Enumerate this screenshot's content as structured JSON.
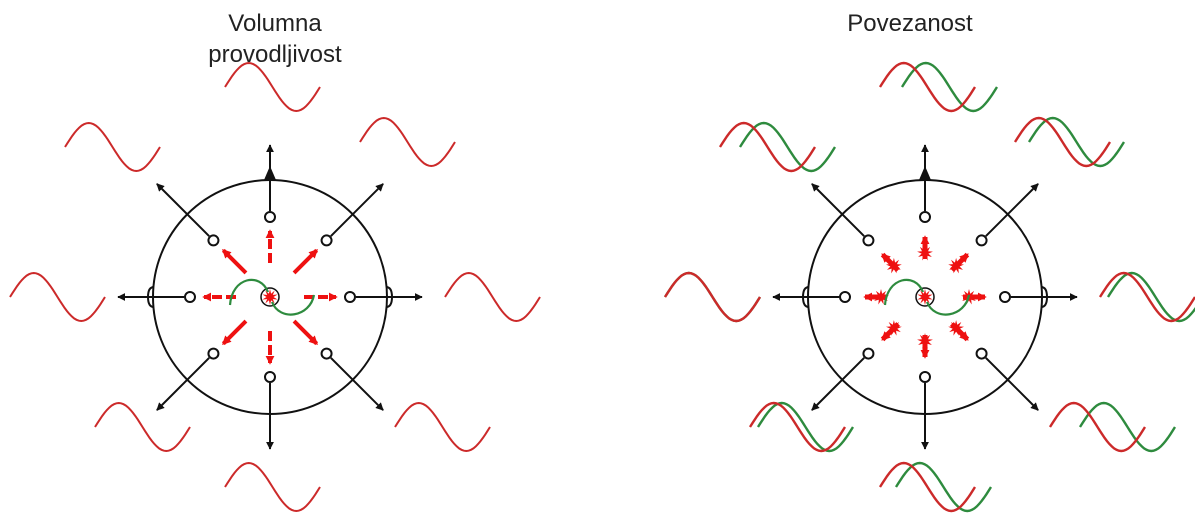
{
  "panels": {
    "left": {
      "title_line1": "Volumna",
      "title_line2": "provodljivost"
    },
    "right": {
      "title": "Povezanost"
    }
  },
  "colors": {
    "wave_red": "#cc2a2a",
    "wave_green": "#2e8b3e",
    "arrow_red": "#ee1111",
    "line": "#111111"
  },
  "icons": {
    "electrode": "small-circle",
    "source": "red-star-burst",
    "dipole": "green-s-curve"
  }
}
